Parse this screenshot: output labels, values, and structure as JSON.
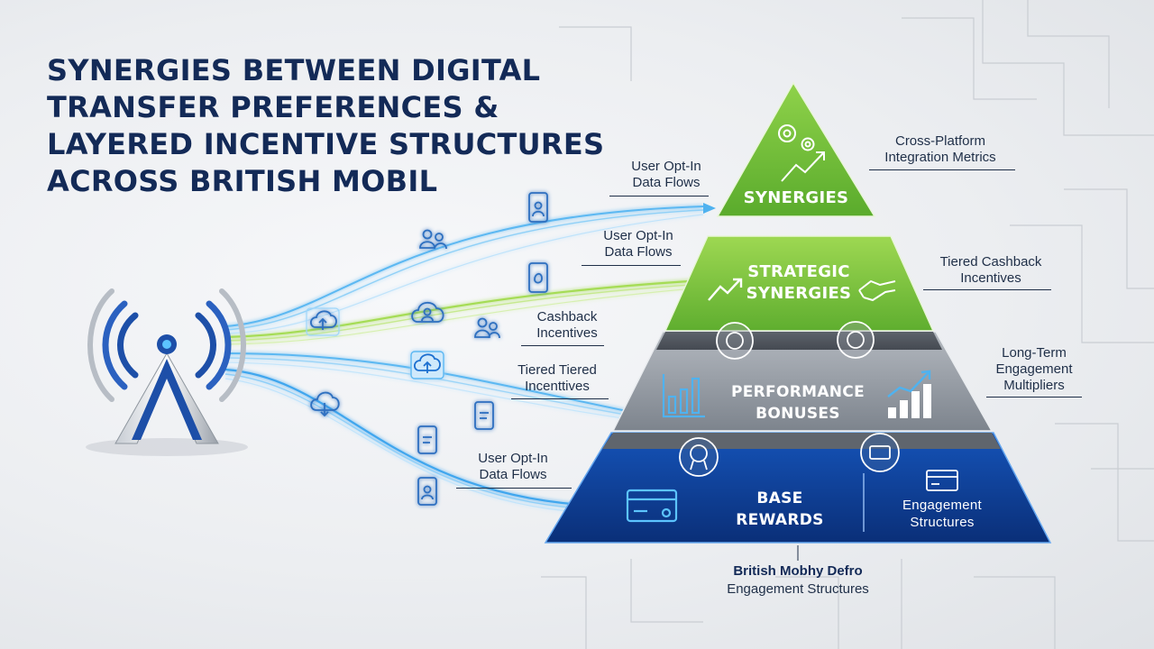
{
  "title_lines": [
    "SYNERGIES BETWEEN DIGITAL",
    "TRANSFER PREFERENCES &",
    "LAYERED INCENTIVE STRUCTURES",
    "ACROSS BRITISH MOBIL"
  ],
  "pyramid": {
    "tier_synergies": "SYNERGIES",
    "tier_strategic": [
      "STRATEGIC",
      "SYNERGIES"
    ],
    "tier_performance": [
      "PERFORMANCE",
      "BONUSES"
    ],
    "tier_base": [
      "BASE",
      "REWARDS"
    ],
    "tier_base_side": [
      "Engagement",
      "Structures"
    ]
  },
  "flow_labels": {
    "opt_in_top": [
      "User Opt-In",
      "Data Flows"
    ],
    "opt_in_mid": [
      "User Opt-In",
      "Data Flows"
    ],
    "cashback": [
      "Cashback",
      "Incentives"
    ],
    "tiered": [
      "Tiered Tiered",
      "Incenttives"
    ],
    "opt_in_bottom": [
      "User Opt-In",
      "Data Flows"
    ]
  },
  "side_labels": {
    "cross_platform": [
      "Cross-Platform",
      "Integration Metrics"
    ],
    "tiered_cashback": [
      "Tiered Cashback",
      "Incentives"
    ],
    "long_term": [
      "Long-Term",
      "Engagement",
      "Multipliers"
    ]
  },
  "footer": [
    "British Mobhy Defro",
    "Engagement Structures"
  ],
  "colors": {
    "title": "#132a57",
    "green_top": "#6fc23a",
    "green_mid": "#8ccf3f",
    "gray_tier": "#8e959e",
    "navy_tier": "#0d3a8f",
    "flow_blue": "#4fb2ef",
    "flow_green": "#a5dc55"
  },
  "icons": {
    "tower": "signal-tower-icon",
    "synergies": "gears-growth-icon",
    "strategic_left": "growth-arrow-icon",
    "strategic_right": "handshake-icon",
    "performance_left": "bar-chart-icon",
    "performance_right": "growth-chart-icon",
    "badges": "reward-badge-icon",
    "base": "payment-card-icon"
  }
}
